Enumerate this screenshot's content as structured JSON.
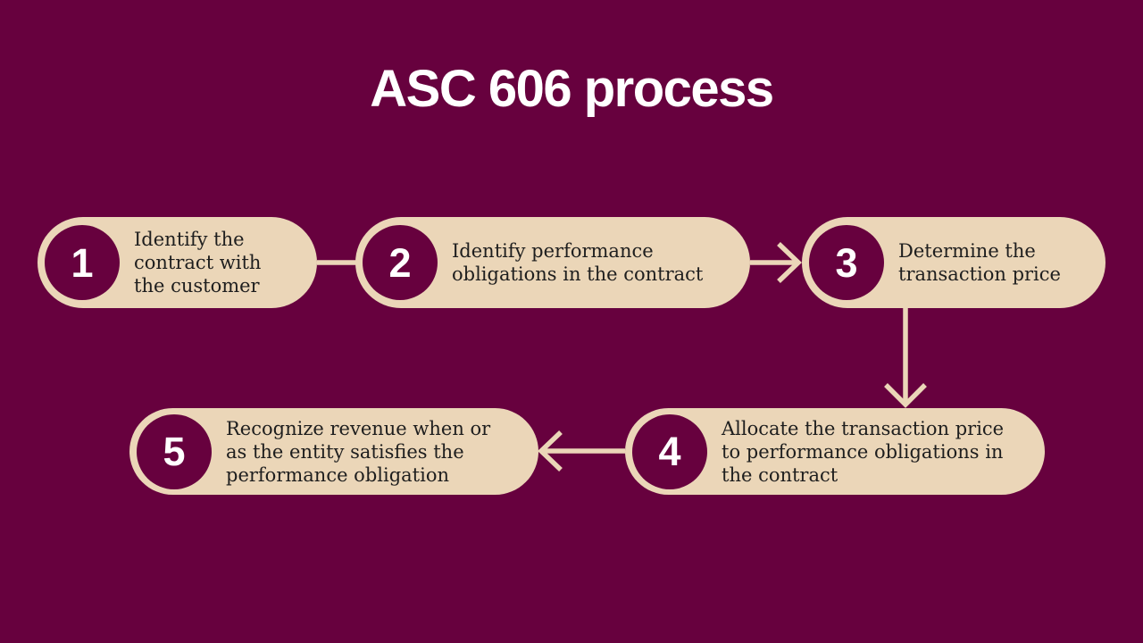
{
  "title": "ASC 606 process",
  "colors": {
    "background": "#67013E",
    "pill": "#EBD6B8",
    "circle": "#67013E",
    "step_text": "#1E1E1E",
    "number_text": "#FFFFFF",
    "title_text": "#FFFFFF",
    "connector": "#EBD6B8"
  },
  "steps": [
    {
      "number": "1",
      "text": "Identify the\ncontract with\nthe customer"
    },
    {
      "number": "2",
      "text": "Identify performance\nobligations in the contract"
    },
    {
      "number": "3",
      "text": "Determine the\ntransaction price"
    },
    {
      "number": "4",
      "text": "Allocate the transaction price\nto performance obligations in\nthe contract"
    },
    {
      "number": "5",
      "text": "Recognize revenue when or\nas the entity satisfies the\nperformance obligation"
    }
  ]
}
